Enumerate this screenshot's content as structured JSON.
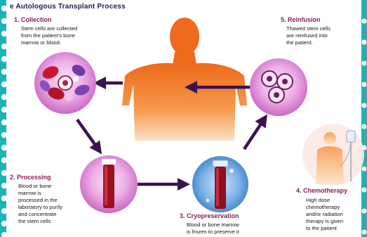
{
  "title": "e Autologous Transplant Process",
  "steps": [
    {
      "heading": "1. Collection",
      "lines": [
        "Stem cells are collected",
        "from the patient's bone",
        "marrow or blood."
      ]
    },
    {
      "heading": "2. Processing",
      "lines": [
        "Blood or bone",
        "marrow is",
        "processed in the",
        "laboratory to purify",
        "and concentrate",
        "the stem cells"
      ]
    },
    {
      "heading": "3. Cryopreservation",
      "lines": [
        "Blood or bone marrow",
        "is frozen to preserve it"
      ]
    },
    {
      "heading": "4. Chemotherapy",
      "lines": [
        "High dose",
        "chemotherapy",
        "and/or radiation",
        "therapy is given",
        "to the patient"
      ]
    },
    {
      "heading": "5. Reinfusion",
      "lines": [
        "Thawed stem cells",
        "are reinfused into",
        "the patient."
      ]
    }
  ],
  "colors": {
    "border": "#1bb3b6",
    "heading": "#8b1c5a",
    "title": "#1d1d5a",
    "arrow": "#3a1250",
    "body_silhouette": "#f07a1f",
    "circle_pink": "#e9a3e0",
    "blood": "#9c0f1f"
  },
  "icons": [
    "dot-border",
    "body-silhouette",
    "arrow",
    "blood-cells",
    "test-tube",
    "cryo-vial",
    "stem-cell-cluster",
    "patient-iv"
  ]
}
